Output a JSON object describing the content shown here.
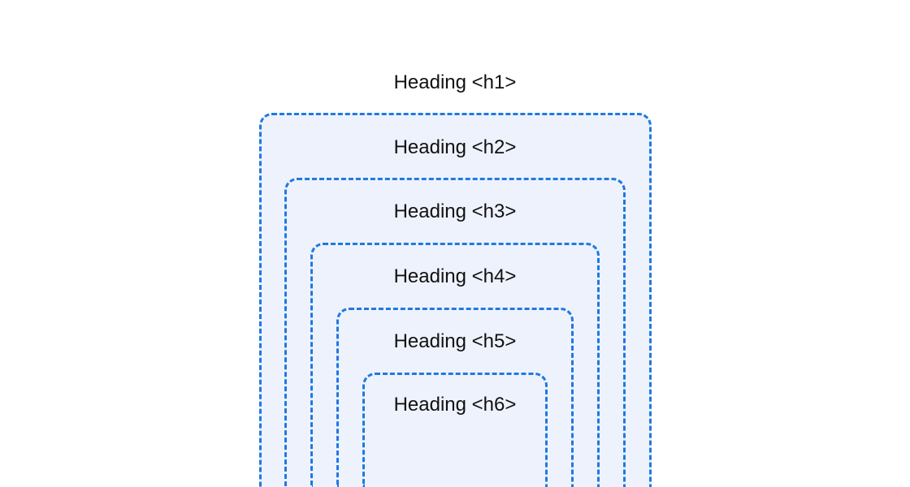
{
  "headings": {
    "h1": "Heading <h1>",
    "h2": "Heading <h2>",
    "h3": "Heading <h3>",
    "h4": "Heading <h4>",
    "h5": "Heading <h5>",
    "h6": "Heading <h6>"
  },
  "colors": {
    "border": "#1f7ae0",
    "fill": "#eef2fc",
    "text": "#111111"
  }
}
